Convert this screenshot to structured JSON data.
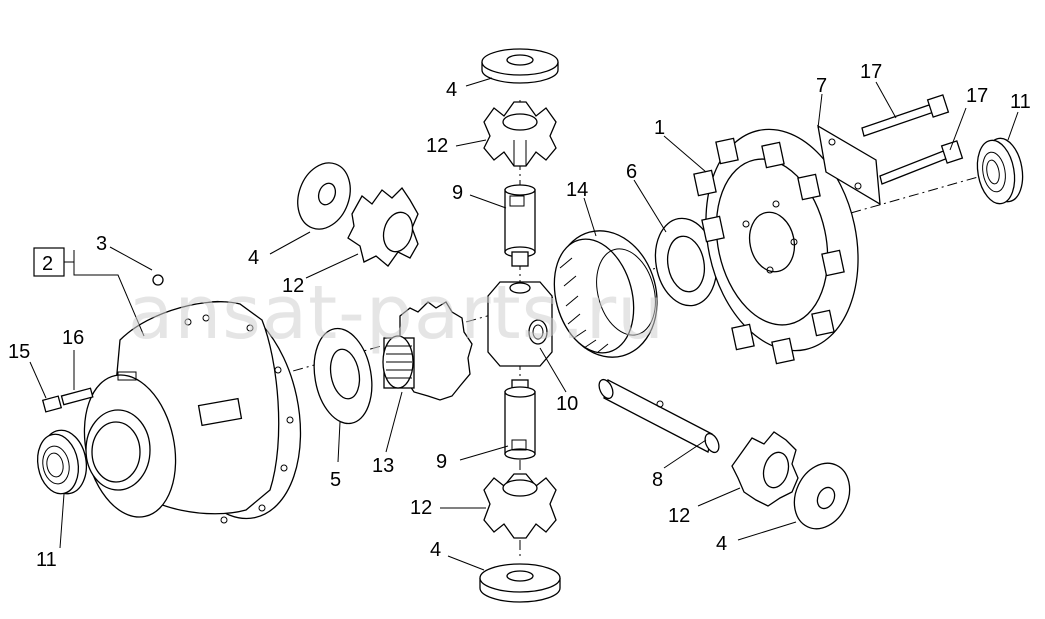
{
  "watermark": "ansat-parts.ru",
  "callouts": {
    "c1": "1",
    "c2": "2",
    "c3": "3",
    "c4a": "4",
    "c4b": "4",
    "c4c": "4",
    "c4d": "4",
    "c5": "5",
    "c6": "6",
    "c7": "7",
    "c8": "8",
    "c9a": "9",
    "c9b": "9",
    "c10": "10",
    "c11a": "11",
    "c11b": "11",
    "c12a": "12",
    "c12b": "12",
    "c12c": "12",
    "c12d": "12",
    "c13": "13",
    "c14": "14",
    "c15": "15",
    "c16": "16",
    "c17a": "17",
    "c17b": "17"
  }
}
